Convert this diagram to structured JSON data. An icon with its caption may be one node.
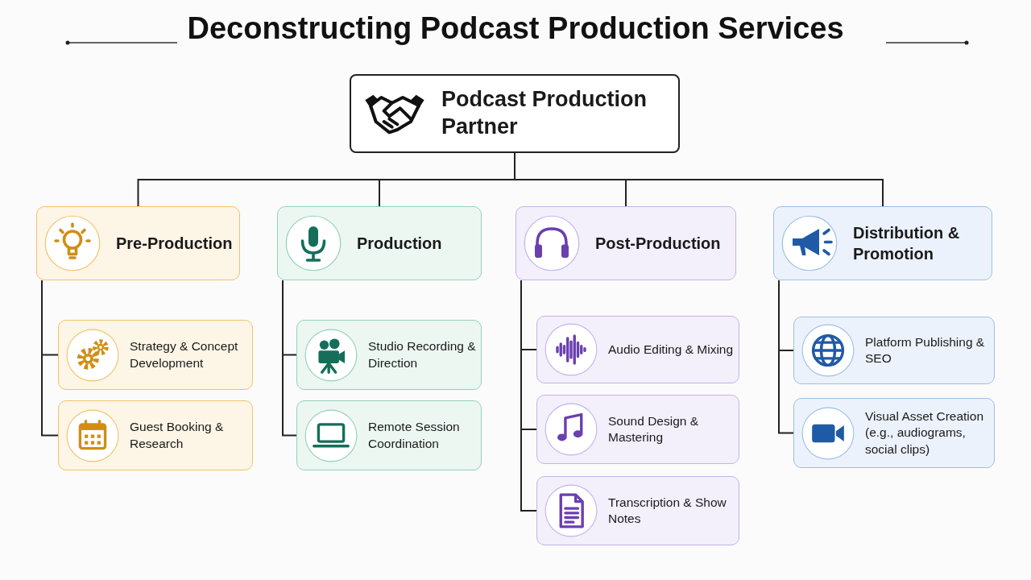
{
  "diagram": {
    "title": "Deconstructing Podcast Production Services",
    "nodes": [
      {
        "text": [
          "Podcast Production Partner"
        ]
      },
      {
        "text": [
          "Pre-Production"
        ]
      },
      {
        "text": [
          "Strategy & Concept Development"
        ]
      },
      {
        "text": [
          "Guest Booking & Research"
        ]
      },
      {
        "text": [
          "Production"
        ]
      },
      {
        "text": [
          "Studio Recording & Direction"
        ]
      },
      {
        "text": [
          "Remote Session Coordination"
        ]
      },
      {
        "text": [
          "Post-Production"
        ]
      },
      {
        "text": [
          "Audio Editing & Mixing"
        ]
      },
      {
        "text": [
          "Sound Design & Mastering"
        ]
      },
      {
        "text": [
          "Transcription & Show Notes"
        ]
      },
      {
        "text": [
          "Distribution & Promotion"
        ]
      },
      {
        "text": [
          "Platform Publishing & SEO"
        ]
      },
      {
        "text": [
          "Visual Asset Creation (e.g., audiograms, social clips)"
        ]
      }
    ],
    "edges": [
      {
        "from": 0,
        "to": 1,
        "arrow": "none"
      },
      {
        "from": 0,
        "to": 4,
        "arrow": "none"
      },
      {
        "from": 0,
        "to": 7,
        "arrow": "none"
      },
      {
        "from": 0,
        "to": 11,
        "arrow": "none"
      },
      {
        "from": 1,
        "to": 2,
        "arrow": "none"
      },
      {
        "from": 1,
        "to": 3,
        "arrow": "none"
      },
      {
        "from": 4,
        "to": 5,
        "arrow": "none"
      },
      {
        "from": 4,
        "to": 6,
        "arrow": "none"
      },
      {
        "from": 7,
        "to": 8,
        "arrow": "none"
      },
      {
        "from": 7,
        "to": 9,
        "arrow": "none"
      },
      {
        "from": 7,
        "to": 10,
        "arrow": "none"
      },
      {
        "from": 11,
        "to": 12,
        "arrow": "none"
      },
      {
        "from": 11,
        "to": 13,
        "arrow": "none"
      }
    ]
  }
}
